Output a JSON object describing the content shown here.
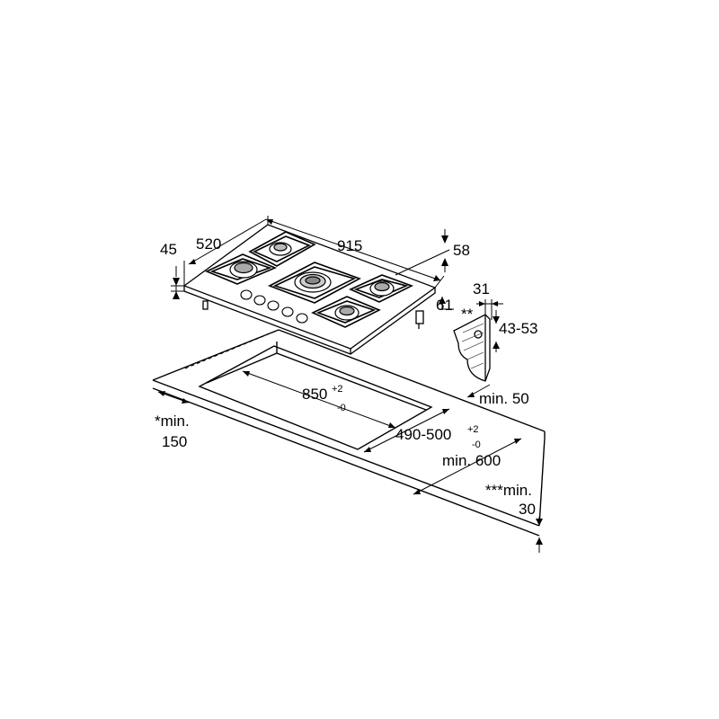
{
  "dimensions": {
    "width": "915",
    "depth": "520",
    "height": "45",
    "clip_depth": "58",
    "clip_offset": "61",
    "bracket_width": "31",
    "worktop_thickness": "43-53",
    "bracket_marker": "**",
    "cutout_width_value": "850",
    "cutout_width_tol_plus": "+2",
    "cutout_width_tol_minus": "-0",
    "cutout_depth_value": "490-500",
    "cutout_depth_tol_plus": "+2",
    "cutout_depth_tol_minus": "-0",
    "min_rear": "min. 50",
    "min_worktop_depth": "min. 600",
    "min_side_line1": "*min.",
    "min_side_line2": "150",
    "min_below_line1": "***min.",
    "min_below_line2": "30"
  },
  "colors": {
    "line": "#000000",
    "background": "#ffffff",
    "hatch": "#555555"
  }
}
